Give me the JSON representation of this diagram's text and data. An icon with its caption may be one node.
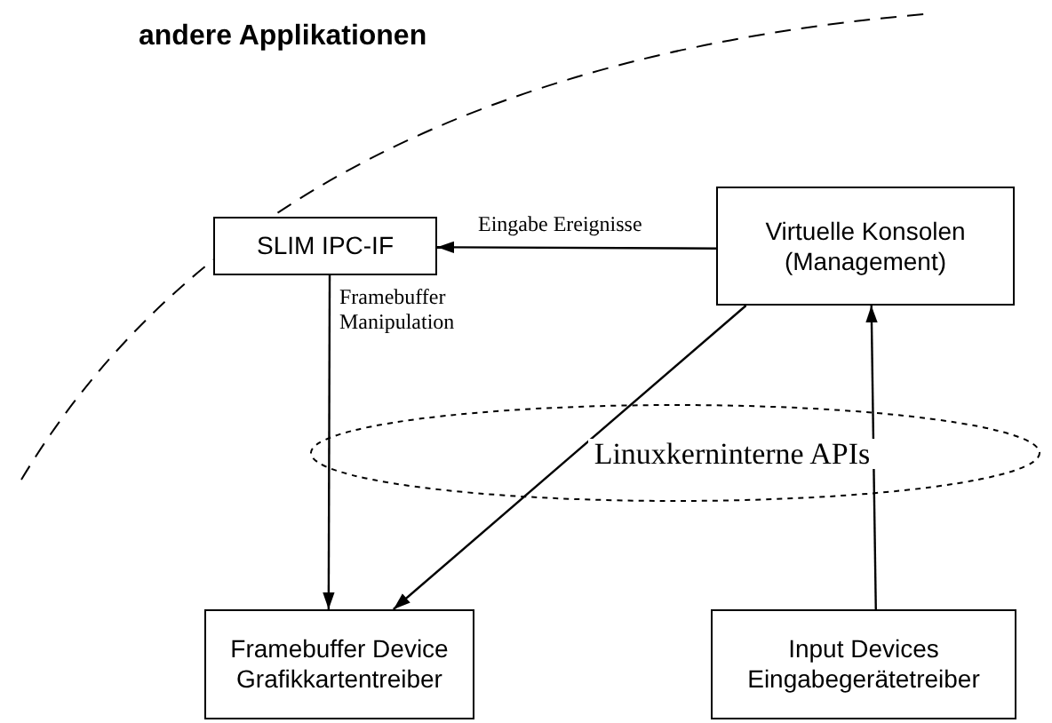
{
  "diagram": {
    "title": "andere Applikationen",
    "nodes": [
      {
        "text": [
          "SLIM IPC-IF"
        ]
      },
      {
        "text": [
          "Virtuelle Konsolen (Management)"
        ]
      },
      {
        "text": [
          "Linuxkerninterne APIs"
        ]
      },
      {
        "text": [
          "Framebuffer Device Grafikkartentreiber"
        ]
      },
      {
        "text": [
          "Input Devices Eingabegerätetreiber"
        ]
      }
    ],
    "edges": [
      {
        "from": 1,
        "to": 0,
        "arrow": "to",
        "label": "Eingabe Ereignisse"
      },
      {
        "from": 0,
        "to": 3,
        "arrow": "to",
        "label": "Framebuffer Manipulation"
      },
      {
        "from": 1,
        "to": 3,
        "arrow": "to"
      },
      {
        "from": 4,
        "to": 1,
        "arrow": "to"
      }
    ]
  }
}
